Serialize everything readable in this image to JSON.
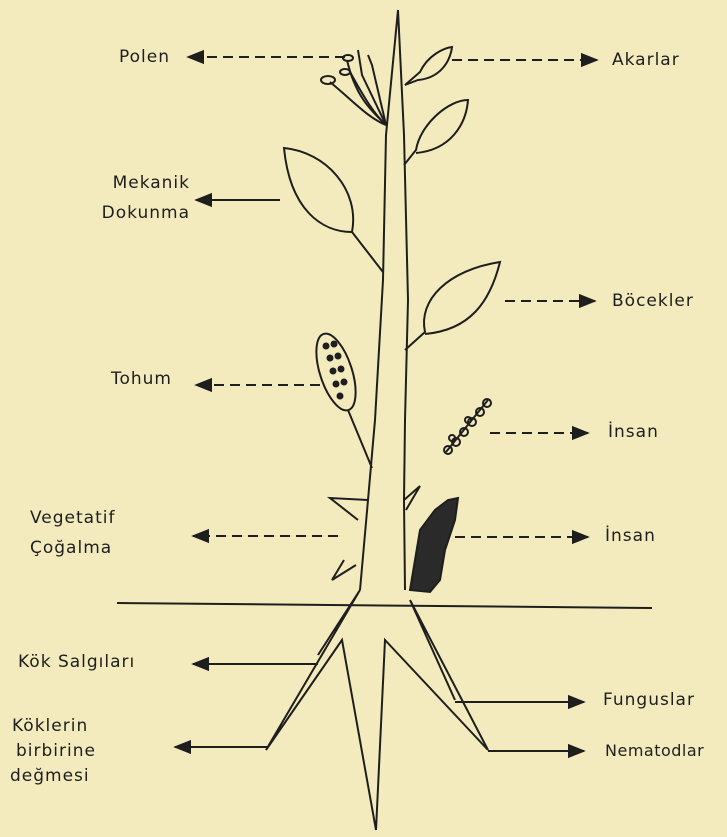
{
  "labels": {
    "polen": "Polen",
    "akarlar": "Akarlar",
    "mekanik_1": "Mekanik",
    "mekanik_2": "Dokunma",
    "bocekler": "Böcekler",
    "tohum": "Tohum",
    "insan_1": "İnsan",
    "insan_2": "İnsan",
    "vegetatif_1": "Vegetatif",
    "vegetatif_2": "Çoğalma",
    "kok_salgilari": "Kök Salgıları",
    "funguslar": "Funguslar",
    "koklerin_1": "Köklerin",
    "koklerin_2": "birbirine",
    "koklerin_3": "değmesi",
    "nematodlar": "Nematodlar"
  },
  "colors": {
    "background": "#f3ebbd",
    "ink": "#1e1e1e"
  }
}
